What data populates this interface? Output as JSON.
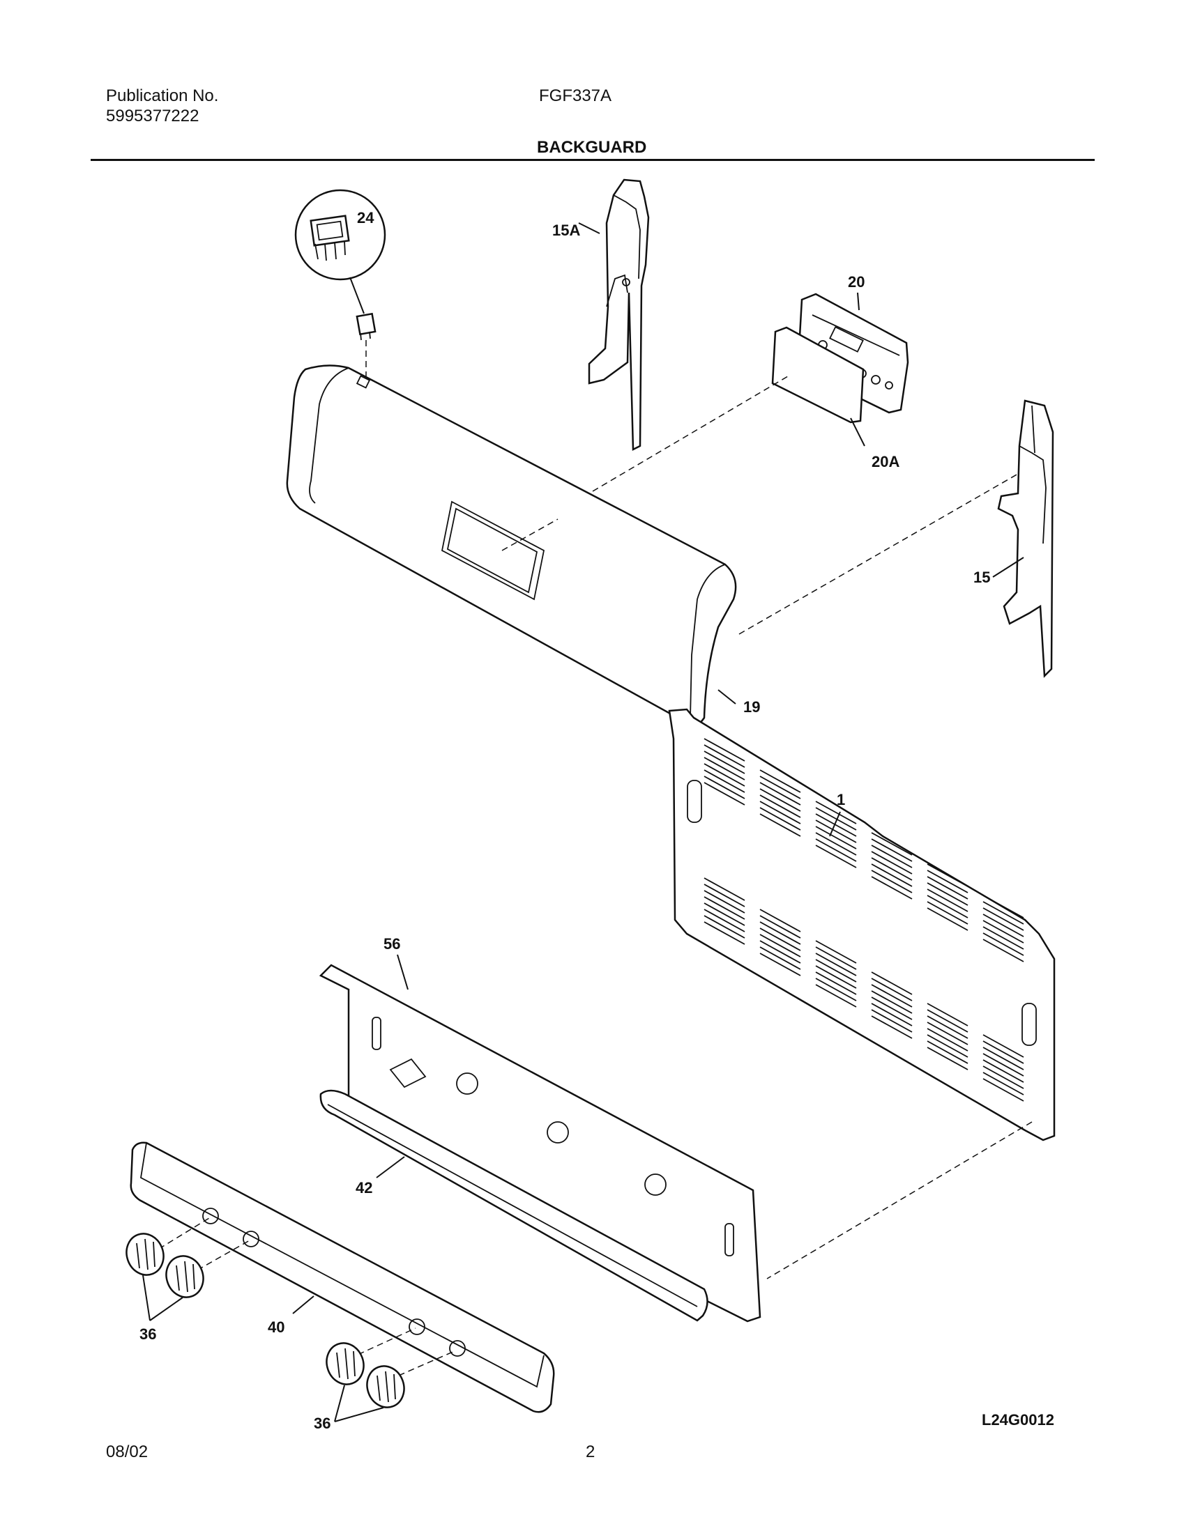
{
  "header": {
    "publication_label": "Publication No.",
    "publication_number": "5995377222",
    "model": "FGF337A",
    "section_title": "BACKGUARD"
  },
  "parts": {
    "p24": "24",
    "p15a": "15A",
    "p20": "20",
    "p20a": "20A",
    "p15": "15",
    "p19": "19",
    "p1": "1",
    "p56": "56",
    "p42": "42",
    "p40": "40",
    "p36a": "36",
    "p36b": "36"
  },
  "diagram_code": "L24G0012",
  "footer": {
    "date": "08/02",
    "page_number": "2"
  }
}
